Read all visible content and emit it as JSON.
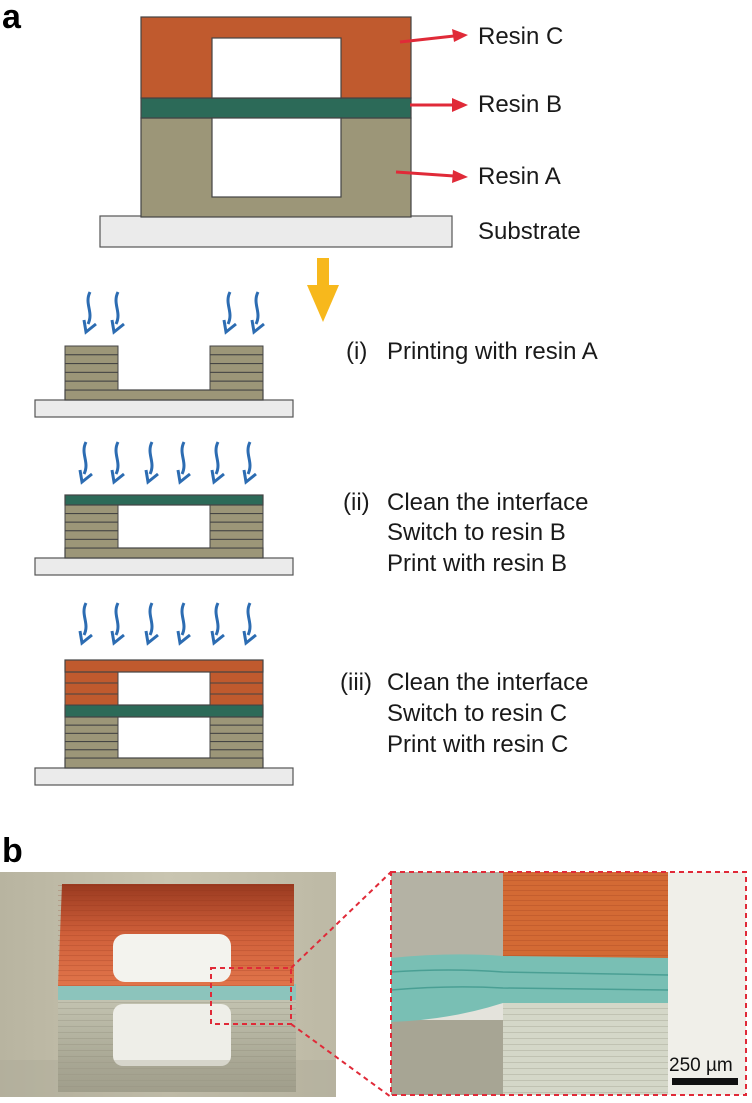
{
  "panel_a": {
    "label": "a",
    "layers": {
      "resin_c": "Resin C",
      "resin_b": "Resin B",
      "resin_a": "Resin A",
      "substrate": "Substrate"
    },
    "steps": [
      {
        "num": "(i)",
        "lines": [
          "Printing with resin A"
        ]
      },
      {
        "num": "(ii)",
        "lines": [
          "Clean the interface",
          "Switch to resin B",
          "Print with resin B"
        ]
      },
      {
        "num": "(iii)",
        "lines": [
          "Clean the interface",
          "Switch to resin C",
          "Print with resin C"
        ]
      }
    ]
  },
  "panel_b": {
    "label": "b",
    "scale_bar": "250 µm"
  },
  "colors": {
    "resin_a": "#9c9678",
    "resin_b": "#2c6a58",
    "resin_c": "#c05a2e",
    "substrate": "#ebebeb",
    "arrow_red": "#e02a38",
    "arrow_yellow": "#f7b81c",
    "light_blue": "#2c6cb2"
  }
}
